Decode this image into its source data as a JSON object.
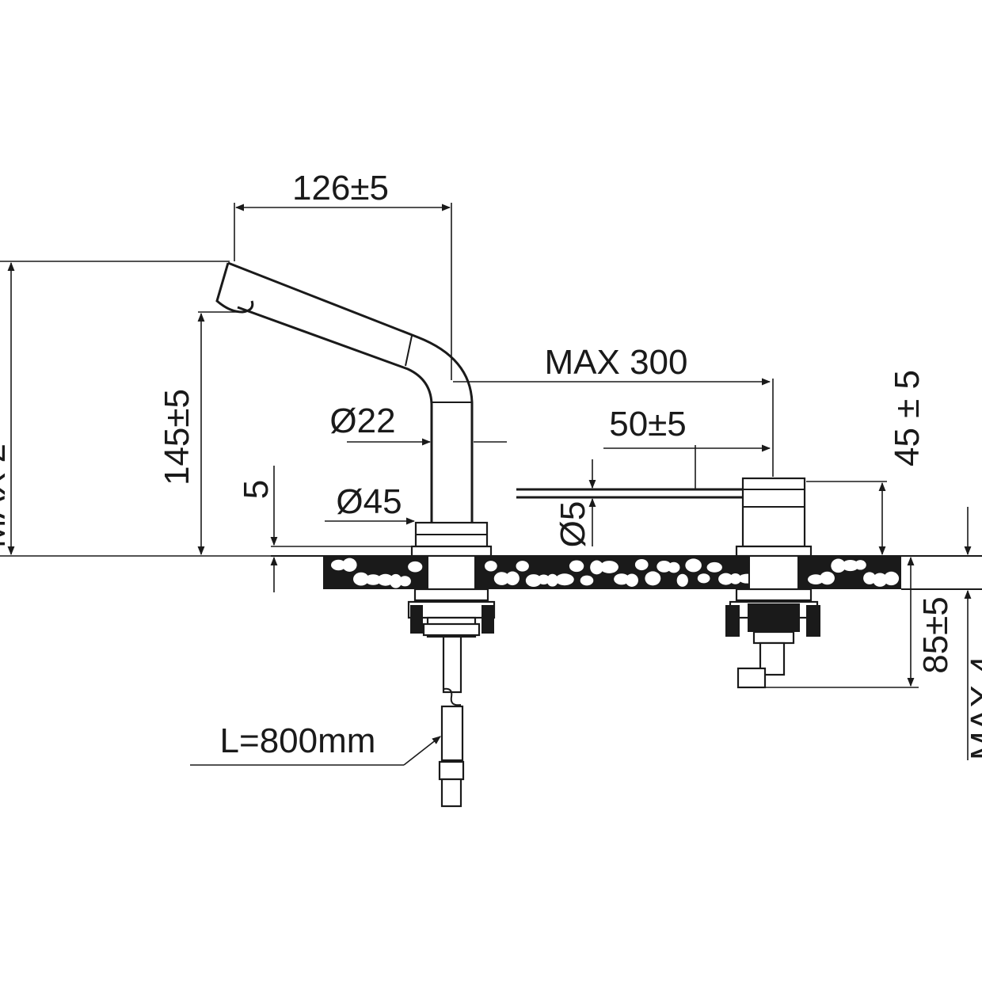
{
  "labels": {
    "spout_reach": "126±5",
    "max_distance": "MAX 300",
    "spout_height": "145±5",
    "total_height_partial": "MAX 2",
    "spout_tube_diameter": "Ø22",
    "base_diameter": "Ø45",
    "base_height": "5",
    "lever_length": "50±5",
    "handle_height": "45 ± 5",
    "lever_diameter": "Ø5",
    "under_deck_depth": "85±5",
    "hose_length": "L=800mm",
    "right_edge_partial": "MAX 4"
  },
  "colors": {
    "line": "#1a1a1a",
    "background": "#ffffff"
  }
}
